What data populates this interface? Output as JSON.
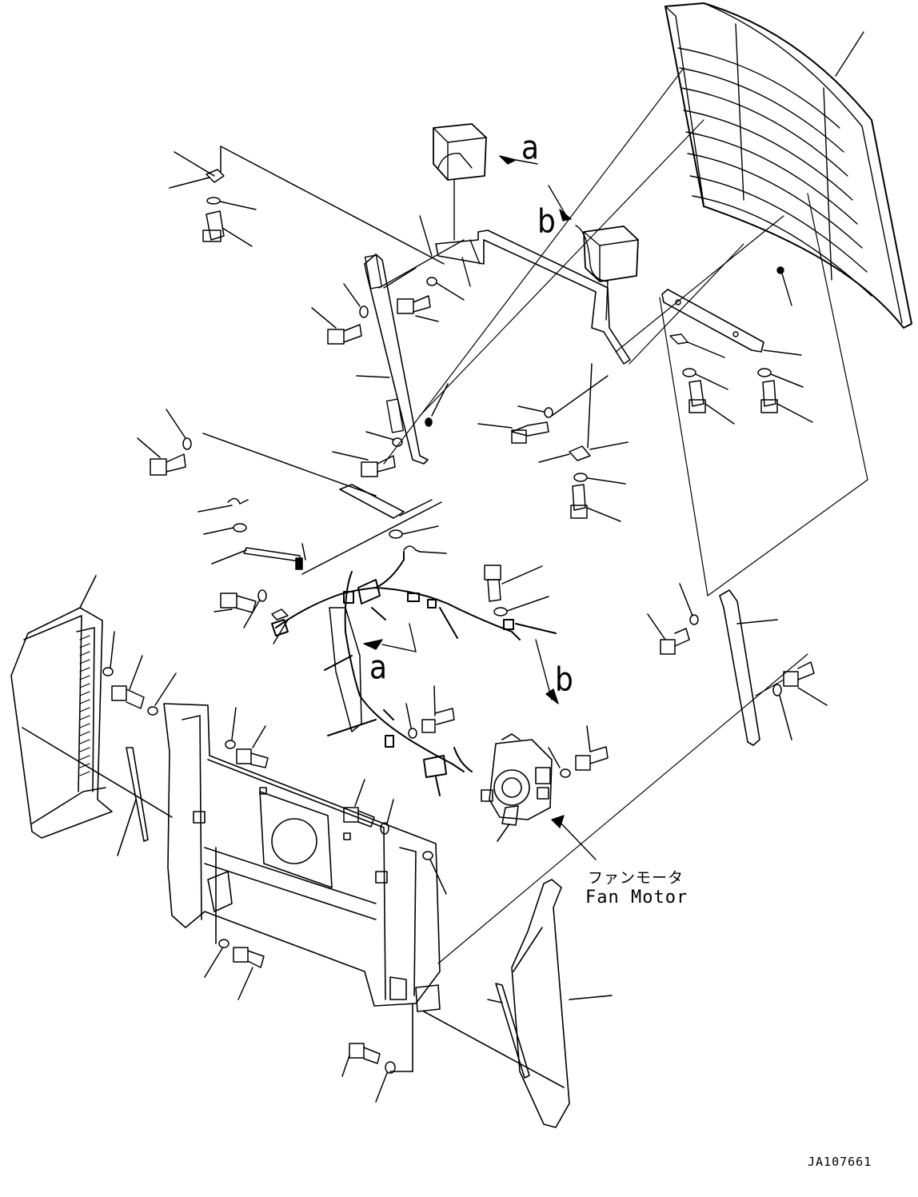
{
  "diagram": {
    "callouts": {
      "a_top": "a",
      "b_top": "b",
      "a_mid": "a",
      "b_mid": "b"
    },
    "fan_motor_label_jp": "ファンモータ",
    "fan_motor_label_en": "Fan Motor",
    "drawing_id": "JA107661"
  }
}
